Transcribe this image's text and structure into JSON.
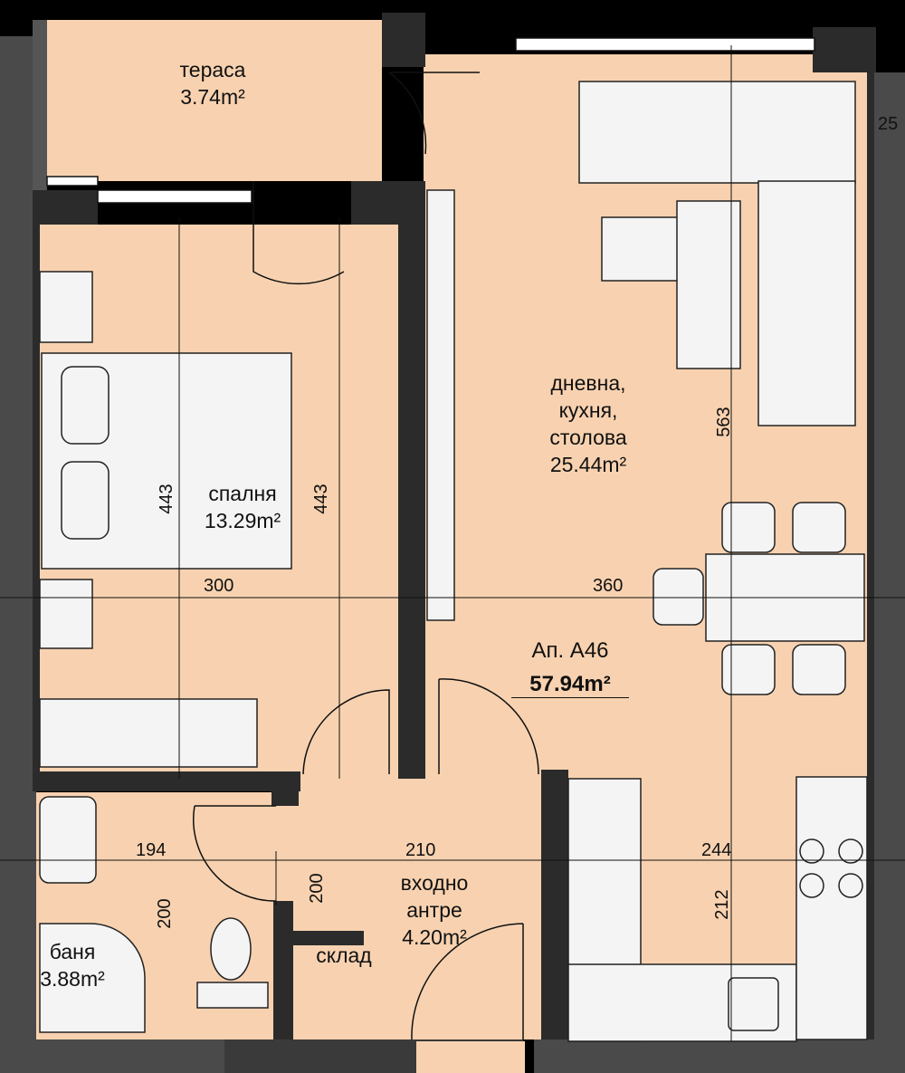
{
  "colors": {
    "floor": "#f8d2b0",
    "wall": "#2b2b2b",
    "outer_wall": "#4a4a4a",
    "furniture": "#f4f4f4",
    "line": "#111111"
  },
  "rooms": {
    "terrace": {
      "name": "тераса",
      "area": "3.74m²"
    },
    "living": {
      "name_line1": "дневна,",
      "name_line2": "кухня,",
      "name_line3": "столова",
      "area": "25.44m²"
    },
    "bedroom": {
      "name": "спалня",
      "area": "13.29m²"
    },
    "entrance": {
      "name_line1": "входно",
      "name_line2": "антре",
      "area": "4.20m²"
    },
    "bathroom": {
      "name": "баня",
      "area": "3.88m²"
    },
    "storage": {
      "name": "склад"
    }
  },
  "apartment": {
    "label": "Ап. А46",
    "total_area": "57.94m²"
  },
  "dimensions": {
    "d25": "25",
    "d563": "563",
    "d443_left": "443",
    "d443_right": "443",
    "d300": "300",
    "d360": "360",
    "d194": "194",
    "d210": "210",
    "d244": "244",
    "d200_left": "200",
    "d200_right": "200",
    "d212": "212"
  }
}
